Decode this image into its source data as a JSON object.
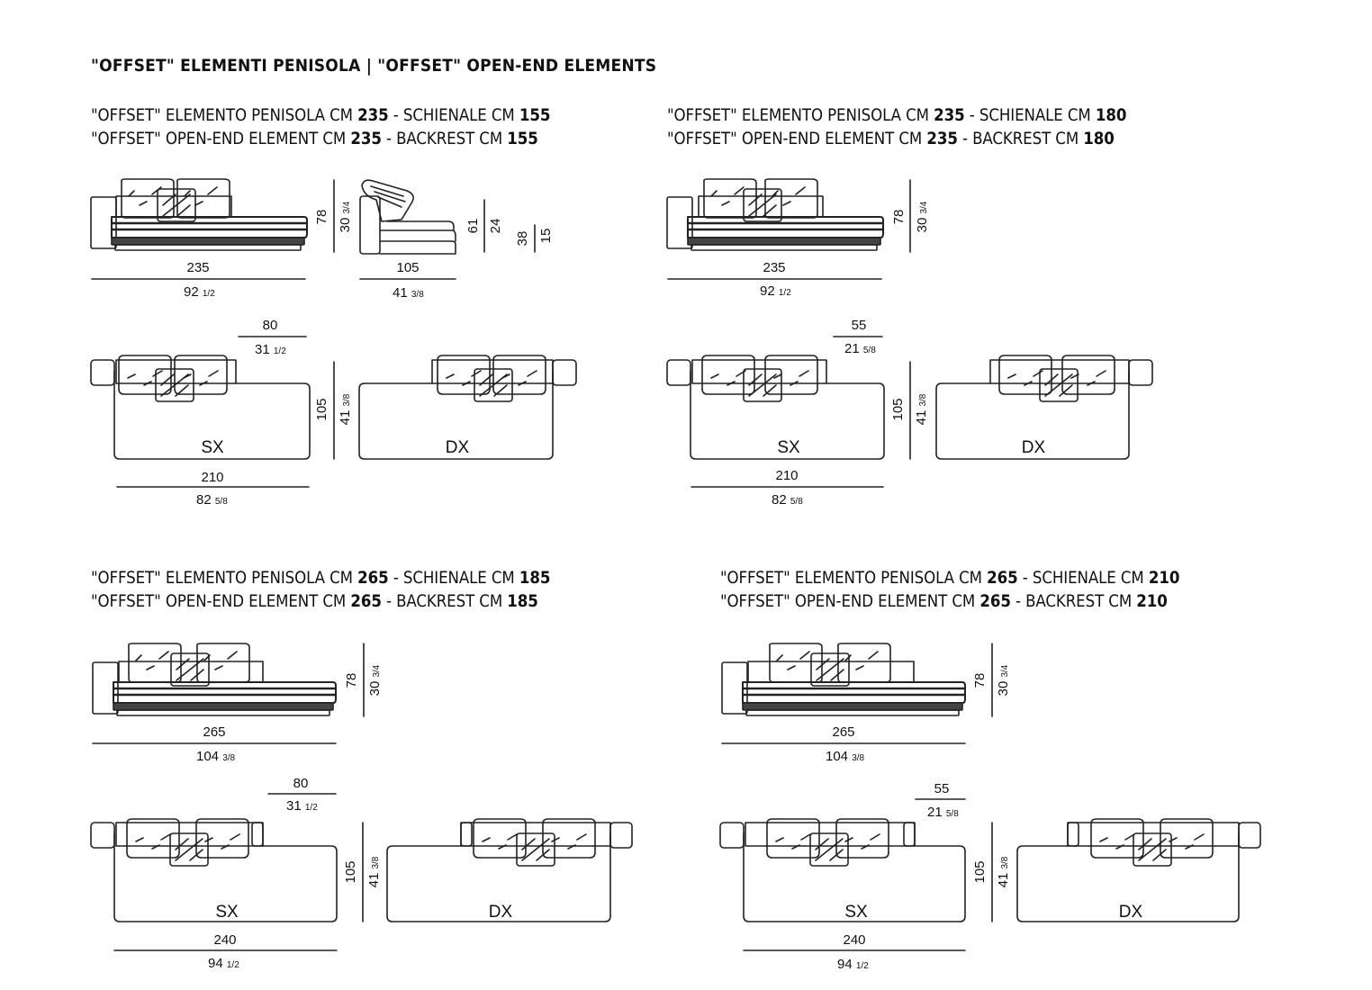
{
  "title": "\"OFFSET\" ELEMENTI PENISOLA | \"OFFSET\" OPEN-END ELEMENTS",
  "sections": [
    {
      "caption_it": {
        "a": "\"OFFSET\" ELEMENTO PENISOLA CM ",
        "w": "235",
        "b": " - SCHIENALE CM ",
        "back": "155"
      },
      "caption_en": {
        "a": "\"OFFSET\" OPEN-END ELEMENT CM ",
        "w": "235",
        "b": " - BACKREST CM ",
        "back": "155"
      },
      "front_width_cm": "235",
      "front_width_in": "92",
      "front_width_in_frac": "1/2",
      "height_cm": "78",
      "height_in": "30",
      "height_in_frac": "3/4",
      "side_depth_cm": "105",
      "side_depth_in": "41",
      "side_depth_in_frac": "3/8",
      "seat_height_cm": "61",
      "seat_height_in": "24",
      "arm_height_cm": "38",
      "arm_height_in": "15",
      "plan_width_cm": "210",
      "plan_width_in": "82",
      "plan_width_in_frac": "5/8",
      "plan_depth_cm": "105",
      "plan_depth_in": "41",
      "plan_depth_in_frac": "3/8",
      "back_offset_cm": "80",
      "back_offset_in": "31",
      "back_offset_in_frac": "1/2",
      "left_label": "SX",
      "right_label": "DX"
    },
    {
      "caption_it": {
        "a": "\"OFFSET\" ELEMENTO PENISOLA CM ",
        "w": "235",
        "b": " - SCHIENALE CM ",
        "back": "180"
      },
      "caption_en": {
        "a": "\"OFFSET\" OPEN-END ELEMENT CM ",
        "w": "235",
        "b": " - BACKREST CM ",
        "back": "180"
      },
      "front_width_cm": "235",
      "front_width_in": "92",
      "front_width_in_frac": "1/2",
      "height_cm": "78",
      "height_in": "30",
      "height_in_frac": "3/4",
      "plan_width_cm": "210",
      "plan_width_in": "82",
      "plan_width_in_frac": "5/8",
      "plan_depth_cm": "105",
      "plan_depth_in": "41",
      "plan_depth_in_frac": "3/8",
      "back_offset_cm": "55",
      "back_offset_in": "21",
      "back_offset_in_frac": "5/8",
      "left_label": "SX",
      "right_label": "DX"
    },
    {
      "caption_it": {
        "a": "\"OFFSET\" ELEMENTO PENISOLA CM ",
        "w": "265",
        "b": " - SCHIENALE CM ",
        "back": "185"
      },
      "caption_en": {
        "a": "\"OFFSET\" OPEN-END ELEMENT CM ",
        "w": "265",
        "b": " - BACKREST CM ",
        "back": "185"
      },
      "front_width_cm": "265",
      "front_width_in": "104",
      "front_width_in_frac": "3/8",
      "height_cm": "78",
      "height_in": "30",
      "height_in_frac": "3/4",
      "plan_width_cm": "240",
      "plan_width_in": "94",
      "plan_width_in_frac": "1/2",
      "plan_depth_cm": "105",
      "plan_depth_in": "41",
      "plan_depth_in_frac": "3/8",
      "back_offset_cm": "80",
      "back_offset_in": "31",
      "back_offset_in_frac": "1/2",
      "left_label": "SX",
      "right_label": "DX"
    },
    {
      "caption_it": {
        "a": "\"OFFSET\" ELEMENTO PENISOLA CM ",
        "w": "265",
        "b": " - SCHIENALE CM ",
        "back": "210"
      },
      "caption_en": {
        "a": "\"OFFSET\" OPEN-END ELEMENT CM ",
        "w": "265",
        "b": " - BACKREST CM ",
        "back": "210"
      },
      "front_width_cm": "265",
      "front_width_in": "104",
      "front_width_in_frac": "3/8",
      "height_cm": "78",
      "height_in": "30",
      "height_in_frac": "3/4",
      "plan_width_cm": "240",
      "plan_width_in": "94",
      "plan_width_in_frac": "1/2",
      "plan_depth_cm": "105",
      "plan_depth_in": "41",
      "plan_depth_in_frac": "3/8",
      "back_offset_cm": "55",
      "back_offset_in": "21",
      "back_offset_in_frac": "5/8",
      "left_label": "SX",
      "right_label": "DX"
    }
  ]
}
